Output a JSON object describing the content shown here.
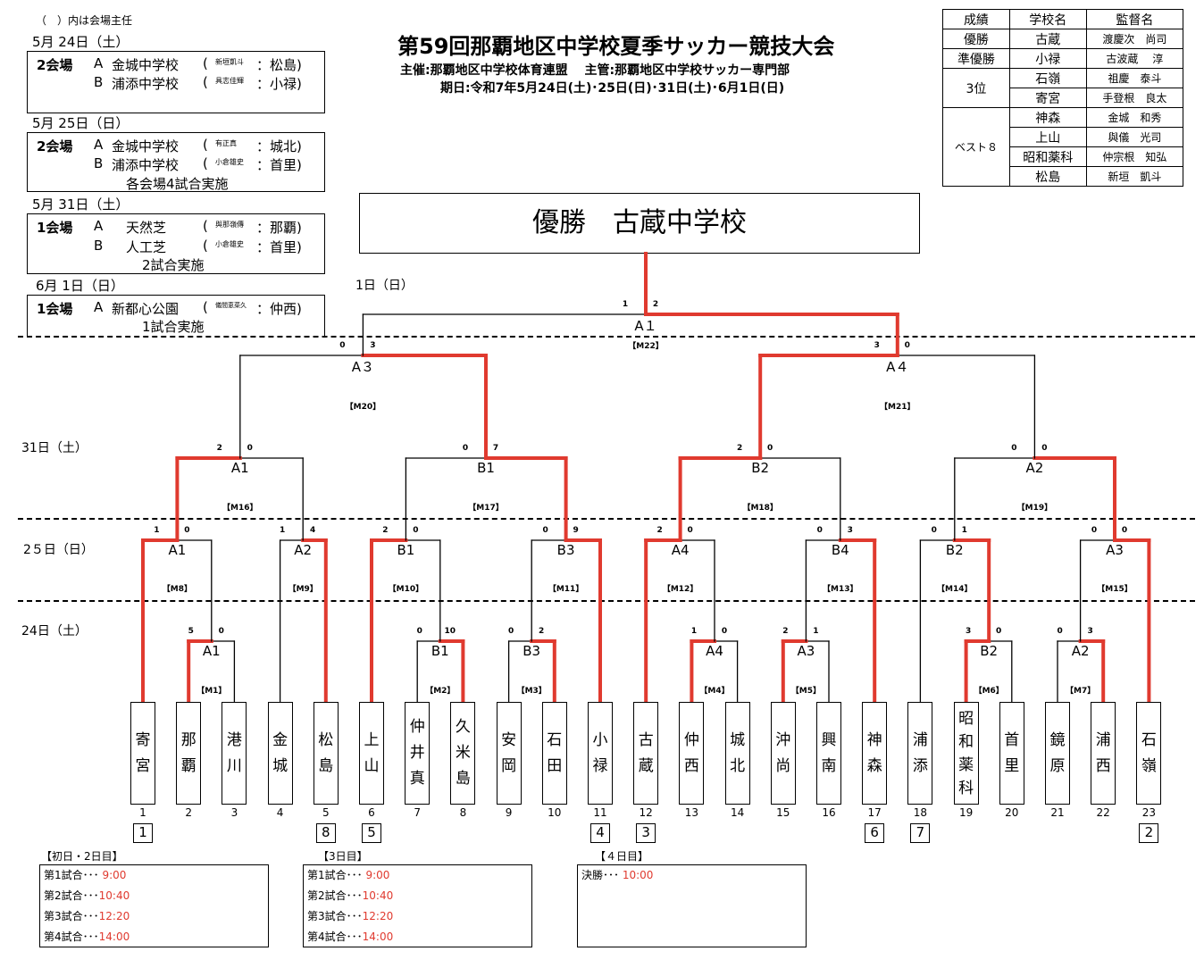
{
  "header": {
    "note": "（　）内は会場主任",
    "title": "第59回那覇地区中学校夏季サッカー競技大会",
    "organizer": "主催:那覇地区中学校体育連盟　 主管:那覇地区中学校サッカー専門部",
    "dates": "期日:令和7年5月24日(土)･25日(日)･31日(土)･6月1日(日)"
  },
  "schedule": [
    {
      "date": "5月 24日（土）",
      "venue": "2会場",
      "rows": [
        {
          "letter": "A",
          "place": "金城中学校",
          "chief": "新垣凱斗",
          "school": "：松島)"
        },
        {
          "letter": "B",
          "place": "浦添中学校",
          "chief": "具志佳輝",
          "school": "：小禄)"
        }
      ],
      "note": ""
    },
    {
      "date": "5月 25日（日）",
      "venue": "2会場",
      "rows": [
        {
          "letter": "A",
          "place": "金城中学校",
          "chief": "有正真",
          "school": "：城北)"
        },
        {
          "letter": "B",
          "place": "浦添中学校",
          "chief": "小倉雄史",
          "school": "：首里)"
        }
      ],
      "note": "各会場4試合実施"
    },
    {
      "date": "5月 31日（土）",
      "venue": "1会場",
      "rows": [
        {
          "letter": "A",
          "place": "天然芝",
          "chief": "與那嶺傳",
          "school": "：那覇)"
        },
        {
          "letter": "B",
          "place": "人工芝",
          "chief": "小倉雄史",
          "school": "：首里)"
        }
      ],
      "note": "2試合実施"
    },
    {
      "date": "6月  1日（日）",
      "venue": "1会場",
      "rows": [
        {
          "letter": "A",
          "place": "新都心公園",
          "chief": "儀間恵菜久",
          "school": "：仲西)"
        }
      ],
      "note": "1試合実施"
    }
  ],
  "results": {
    "headers": [
      "成績",
      "学校名",
      "監督名"
    ],
    "rows": [
      {
        "rank": "優勝",
        "school": "古蔵",
        "coach": "渡慶次　尚司"
      },
      {
        "rank": "準優勝",
        "school": "小禄",
        "coach": "古波蔵　 淳"
      },
      {
        "rank": "3位",
        "school": "石嶺",
        "coach": "祖慶　泰斗"
      },
      {
        "rank": "",
        "school": "寄宮",
        "coach": "手登根　良太"
      },
      {
        "rank": "ベスト８",
        "school": "神森",
        "coach": "金城　和秀"
      },
      {
        "rank": "",
        "school": "上山",
        "coach": "與儀　光司"
      },
      {
        "rank": "",
        "school": "昭和薬科",
        "coach": "仲宗根　知弘"
      },
      {
        "rank": "",
        "school": "松島",
        "coach": "新垣　凱斗"
      }
    ]
  },
  "champion_box": "優勝　古蔵中学校",
  "day_labels": {
    "d4": "1日（日）",
    "d3": "31日（土）",
    "d2": "2５日（日）",
    "d1": "24日（土）"
  },
  "teams": [
    {
      "num": "1",
      "name": "寄宮",
      "rank": "1"
    },
    {
      "num": "2",
      "name": "那覇",
      "rank": ""
    },
    {
      "num": "3",
      "name": "港川",
      "rank": ""
    },
    {
      "num": "4",
      "name": "金城",
      "rank": ""
    },
    {
      "num": "5",
      "name": "松島",
      "rank": "8"
    },
    {
      "num": "6",
      "name": "上山",
      "rank": "5"
    },
    {
      "num": "7",
      "name": "仲井真",
      "rank": ""
    },
    {
      "num": "8",
      "name": "久米島",
      "rank": ""
    },
    {
      "num": "9",
      "name": "安岡",
      "rank": ""
    },
    {
      "num": "10",
      "name": "石田",
      "rank": ""
    },
    {
      "num": "11",
      "name": "小禄",
      "rank": "4"
    },
    {
      "num": "12",
      "name": "古蔵",
      "rank": "3"
    },
    {
      "num": "13",
      "name": "仲西",
      "rank": ""
    },
    {
      "num": "14",
      "name": "城北",
      "rank": ""
    },
    {
      "num": "15",
      "name": "沖尚",
      "rank": ""
    },
    {
      "num": "16",
      "name": "興南",
      "rank": ""
    },
    {
      "num": "17",
      "name": "神森",
      "rank": "6"
    },
    {
      "num": "18",
      "name": "浦添",
      "rank": "7"
    },
    {
      "num": "19",
      "name": "昭和薬科",
      "rank": ""
    },
    {
      "num": "20",
      "name": "首里",
      "rank": ""
    },
    {
      "num": "21",
      "name": "鏡原",
      "rank": ""
    },
    {
      "num": "22",
      "name": "浦西",
      "rank": ""
    },
    {
      "num": "23",
      "name": "石嶺",
      "rank": "2"
    }
  ],
  "match_labels": [
    "【M1】",
    "【M2】",
    "【M3】",
    "【M4】",
    "【M5】",
    "【M6】",
    "【M7】",
    "【M8】",
    "【M9】",
    "【M10】",
    "【M11】",
    "【M12】",
    "【M13】",
    "【M14】",
    "【M15】",
    "【M16】",
    "【M17】",
    "【M18】",
    "【M19】",
    "【M20】",
    "【M21】",
    "【M22】"
  ],
  "court_labels": [
    "A1",
    "B1",
    "B3",
    "A4",
    "A3",
    "B2",
    "A2",
    "A1",
    "A2",
    "B1",
    "B3",
    "A4",
    "B4",
    "B2",
    "A3",
    "A1",
    "B1",
    "B2",
    "A2",
    "A３",
    "A４",
    "A１"
  ],
  "scores": [
    [
      "5",
      "0"
    ],
    [
      "0",
      "10"
    ],
    [
      "0",
      "2"
    ],
    [
      "1",
      "0"
    ],
    [
      "2",
      "1"
    ],
    [
      "3",
      "0"
    ],
    [
      "0",
      "3"
    ],
    [
      "1",
      "0"
    ],
    [
      "1",
      "4"
    ],
    [
      "2",
      "0"
    ],
    [
      "0",
      "9"
    ],
    [
      "2",
      "0"
    ],
    [
      "0",
      "3"
    ],
    [
      "0",
      "1"
    ],
    [
      "0",
      "0"
    ],
    [
      "2",
      "0"
    ],
    [
      "0",
      "7"
    ],
    [
      "2",
      "0"
    ],
    [
      "0",
      "0"
    ],
    [
      "0",
      "3"
    ],
    [
      "3",
      "0"
    ],
    [
      "1",
      "2"
    ]
  ],
  "time_boxes": [
    {
      "title": "【初日・2日目】",
      "rows": [
        {
          "label": "第1試合･･･",
          "time": "9:00"
        },
        {
          "label": "第2試合･･･",
          "time": "10:40"
        },
        {
          "label": "第3試合･･･",
          "time": "12:20"
        },
        {
          "label": "第4試合･･･",
          "time": "14:00"
        }
      ]
    },
    {
      "title": "【3日目】",
      "rows": [
        {
          "label": "第1試合･･･",
          "time": "9:00"
        },
        {
          "label": "第2試合･･･",
          "time": "10:40"
        },
        {
          "label": "第3試合･･･",
          "time": "12:20"
        },
        {
          "label": "第4試合･･･",
          "time": "14:00"
        }
      ]
    },
    {
      "title": "【４日目】",
      "rows": [
        {
          "label": "決勝･･･",
          "time": "10:00"
        }
      ]
    }
  ],
  "colors": {
    "winner_line": "#e03a2f",
    "text_red": "#e03a2f"
  }
}
